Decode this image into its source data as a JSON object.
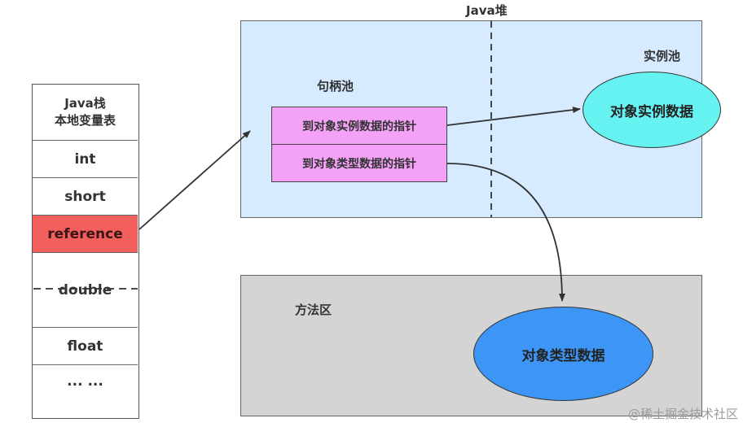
{
  "heap": {
    "title": "Java堆"
  },
  "handle_pool": {
    "title": "句柄池",
    "pointers": [
      "到对象实例数据的指针",
      "到对象类型数据的指针"
    ]
  },
  "instance_pool": {
    "title": "实例池",
    "object_label": "对象实例数据"
  },
  "method_area": {
    "title": "方法区",
    "object_label": "对象类型数据"
  },
  "stack": {
    "title_line1": "Java栈",
    "title_line2": "本地变量表",
    "items": [
      "int",
      "short",
      "reference",
      "double",
      "float",
      "... ..."
    ]
  },
  "colors": {
    "heap_bg": "#d6ebff",
    "method_area_bg": "#d4d4d4",
    "pointer_bg": "#f3a2f7",
    "reference_bg": "#f25f5c",
    "instance_object": "#66f2f0",
    "type_object": "#3d96f5"
  },
  "watermark": "@稀土掘金技术社区"
}
